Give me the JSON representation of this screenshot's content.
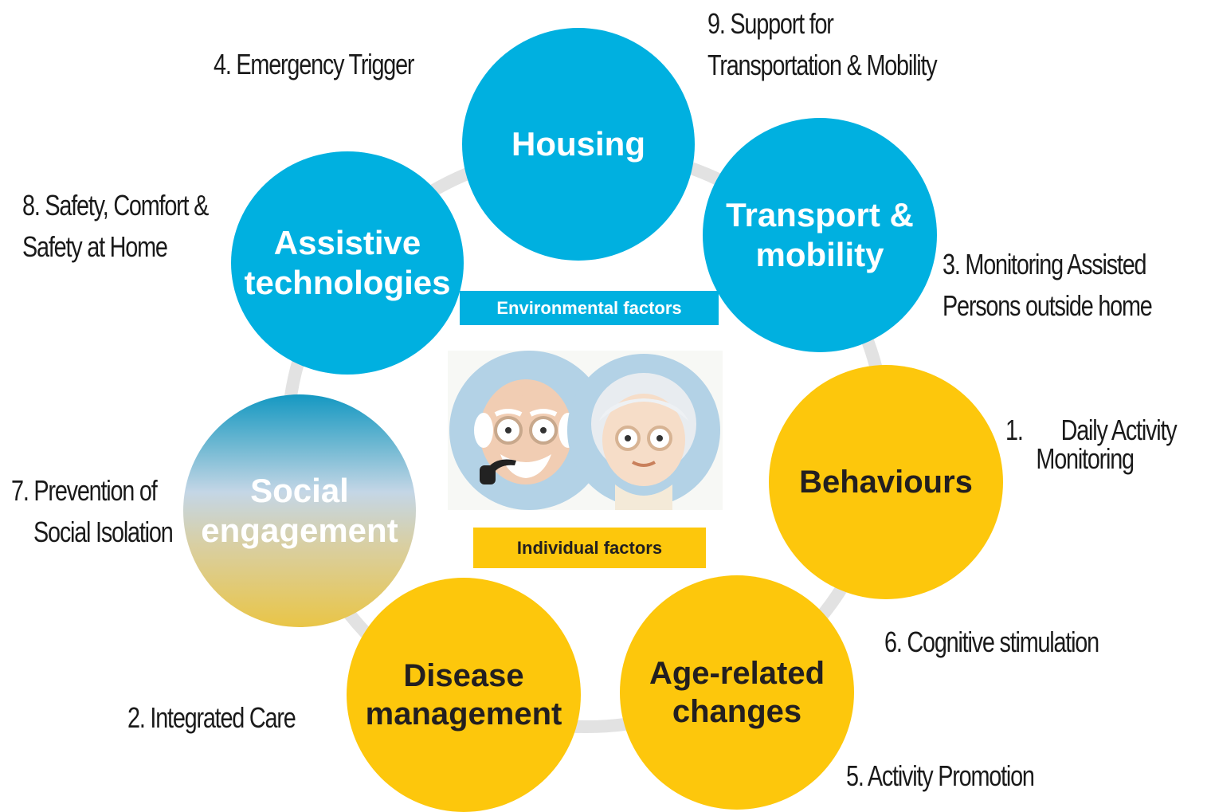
{
  "nodes": {
    "housing": "Housing",
    "transport_line1": "Transport &",
    "transport_line2": "mobility",
    "assistive_line1": "Assistive",
    "assistive_line2": "technologies",
    "social_line1": "Social",
    "social_line2": "engagement",
    "behaviours": "Behaviours",
    "disease_line1": "Disease",
    "disease_line2": "management",
    "age_line1": "Age-related",
    "age_line2": "changes"
  },
  "categories": {
    "environmental": "Environmental factors",
    "individual": "Individual factors"
  },
  "services": {
    "s1_num": "1.",
    "s1_line1": "Daily Activity",
    "s1_line2": "Monitoring",
    "s2": "2. Integrated Care",
    "s3_line1": "3. Monitoring Assisted",
    "s3_line2": "Persons outside home",
    "s4": "4. Emergency Trigger",
    "s5": "5. Activity Promotion",
    "s6": "6. Cognitive stimulation",
    "s7_line1": "7. Prevention of",
    "s7_line2": "Social Isolation",
    "s8_line1": "8. Safety, Comfort &",
    "s8_line2": "Safety at Home",
    "s9_line1": "9. Support for",
    "s9_line2": "Transportation & Mobility"
  },
  "colors": {
    "environmental": "#00b0e0",
    "individual": "#fdc70c",
    "ring": "#e2e2e2"
  },
  "icons": [
    "elderly-man-icon",
    "elderly-woman-icon"
  ]
}
